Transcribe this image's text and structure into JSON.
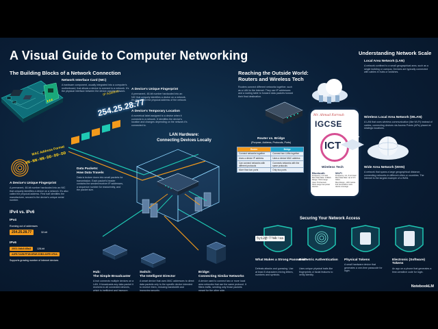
{
  "title": "A Visual Guide to Computer Networking",
  "blocks": {
    "heading": "The Building Blocks of a Network Connection",
    "nic_title": "Network Interface Card (NIC)",
    "nic_body": "A hardware component, usually integrated into a computer's motherboard, that allows a device to connect to a network. It's the physical interface between the device and the network.",
    "mac_format": "MAC Address Format",
    "mac_value": "NN-NN-NN-DD-DD-DD",
    "mac_fp_title": "A Device's Unique Fingerprint",
    "mac_fp_body": "A permanent, 48-bit number hardcoded into an NIC that uniquely identifies a device on a network. It's also called the physical address. First half identifies the manufacturer, second is the device's unique serial number.",
    "ip_fp_title": "A Device's Unique Fingerprint",
    "ip_fp_body": "A permanent, 48-bit number hardcoded into an NIC that uniquely identifies a device on a network. It's also called the physical address of the network card.",
    "ip_label": "IP Address",
    "ip_value": "254.25.28.77",
    "ip_temp_title": "A Device's Temporary Location",
    "ip_temp_body": "A numerical label assigned to a device when it connects to a network. It identifies the device's location and changes depending on the network it's connected to."
  },
  "ipv": {
    "heading": "IPv4 vs. IPv6",
    "v4_label": "IPv4",
    "v4_desc": "Running out of addresses",
    "v4_value": "254.25.28.77",
    "v4_bits": "32-bit",
    "v6_label": "IPv6",
    "v6_value": "2001:0db8:85a3",
    "v6_value2": "A4F8:7A2B:FF1B:8FAE:2DB3:A9FE:1FDA",
    "v6_bits": "128-bit",
    "v6_desc": "Supports growing number of internet devices"
  },
  "packets": {
    "title": "Data Packets:",
    "subtitle": "How Data Travels",
    "body": "Data is broken down into small packets for transmission. Each packet's header contains the sender/receiver IP addresses, a sequence number for reassembly, and the packet size."
  },
  "lan_hw": {
    "title": "LAN Hardware:",
    "subtitle": "Connecting Devices Locally"
  },
  "hub": {
    "title": "Hub:",
    "subtitle": "The Simple Broadcaster",
    "body": "A hub connects multiple devices on a LAN. It broadcasts any data packet it receives to all connected devices, which is inefficient and insecure."
  },
  "switch": {
    "title": "Switch:",
    "subtitle": "The Intelligent Director",
    "body": "A smart device that uses MAC addresses to direct data packets only to the specific device intended to receive them, reducing bandwidth and improving security."
  },
  "bridge": {
    "title": "Bridge:",
    "subtitle": "Connecting Similar Networks",
    "body": "A device used to connect two or more local area networks that use the same protocol. It filters traffic, sending only those packets meant for the other side."
  },
  "outside": {
    "title": "Reaching the Outside World:",
    "subtitle": "Routers and Wireless Tech",
    "body": "Routers connect different networks together, such as a LAN to the internet. They use IP addresses and a routing table to forward data packets toward their final destination."
  },
  "router_bridge": {
    "title": "Router vs. Bridge",
    "subtitle": "(Purpose, Address, Protocols, Ports)",
    "headers": [
      "Router",
      "Bridge"
    ],
    "rows": [
      [
        "Connect networks together",
        "Connect two LANs together"
      ],
      [
        "Uses a device IP address",
        "Uses a device MAC address"
      ],
      [
        "Can connect networks with different protocols",
        "Connects networks with the same protocols"
      ],
      [
        "More than two ports",
        "Only two ports"
      ]
    ]
  },
  "badge": {
    "teacher": "Mr. Ahmad Farrouh",
    "course": "IGCSE",
    "subject": "ICT"
  },
  "wireless": {
    "title": "Wireless Tech",
    "bt_title": "Bluetooth",
    "bt_freq": "Frequency: 2.4 GHz",
    "bt_rate": "Max Data Rate: 3 Mbit/s",
    "bt_range": "Range: Short-range",
    "bt_channels": "Uses 79 channels",
    "bt_body": "Short-range low-power devices",
    "wifi_title": "Wi-Fi",
    "wifi_freq": "Frequency: 2.4, 5 & 6 GHz",
    "wifi_rate": "Max Data Rate: Up to 9.6 Gbit/s",
    "wifi_range": "Max Range: ~100 metres",
    "wifi_body": "Full home/office multi-device coverage"
  },
  "scale": {
    "heading": "Understanding Network Scale",
    "lan_title": "Local Area Network (LAN)",
    "lan_body": "A network confined to a small geographical area, such as a single building or campus. Devices are typically connected with cables in hubs or switches.",
    "wlan_title": "Wireless Local Area Network (WLAN)",
    "wlan_body": "A LAN that uses wireless communication (like Wi-Fi) instead of cables, connecting devices via Access Points (APs) placed at strategic locations.",
    "wan_title": "Wide Area Network (WAN)",
    "wan_body": "A network that spans a large geographical distance, connecting networks in different cities or countries. The internet is the largest example of a WAN."
  },
  "security": {
    "heading": "Securing Your Network Access",
    "password_sample": "5y12@!T?Hk!sa",
    "pw_title": "What Makes a Strong Password?",
    "pw_body": "Defeats attacks and guessing. Use at least 8 characters mixing letters, numbers and symbols.",
    "bio_title": "Biometric Authentication",
    "bio_body": "Uses unique physical traits like fingerprints or facial features to verify identity.",
    "phys_title": "Physical Tokens",
    "phys_body": "A small hardware device that generates a one-time passcode for login.",
    "elec_title": "Electronic (Software) Tokens",
    "elec_body": "An app on a phone that generates a time-sensitive code for login."
  },
  "footer": "NotebookLM",
  "colors": {
    "accent": "#ffd21f",
    "orange": "#f39a1c",
    "teal": "#1fc9b4",
    "bg": "#0a1e36"
  }
}
